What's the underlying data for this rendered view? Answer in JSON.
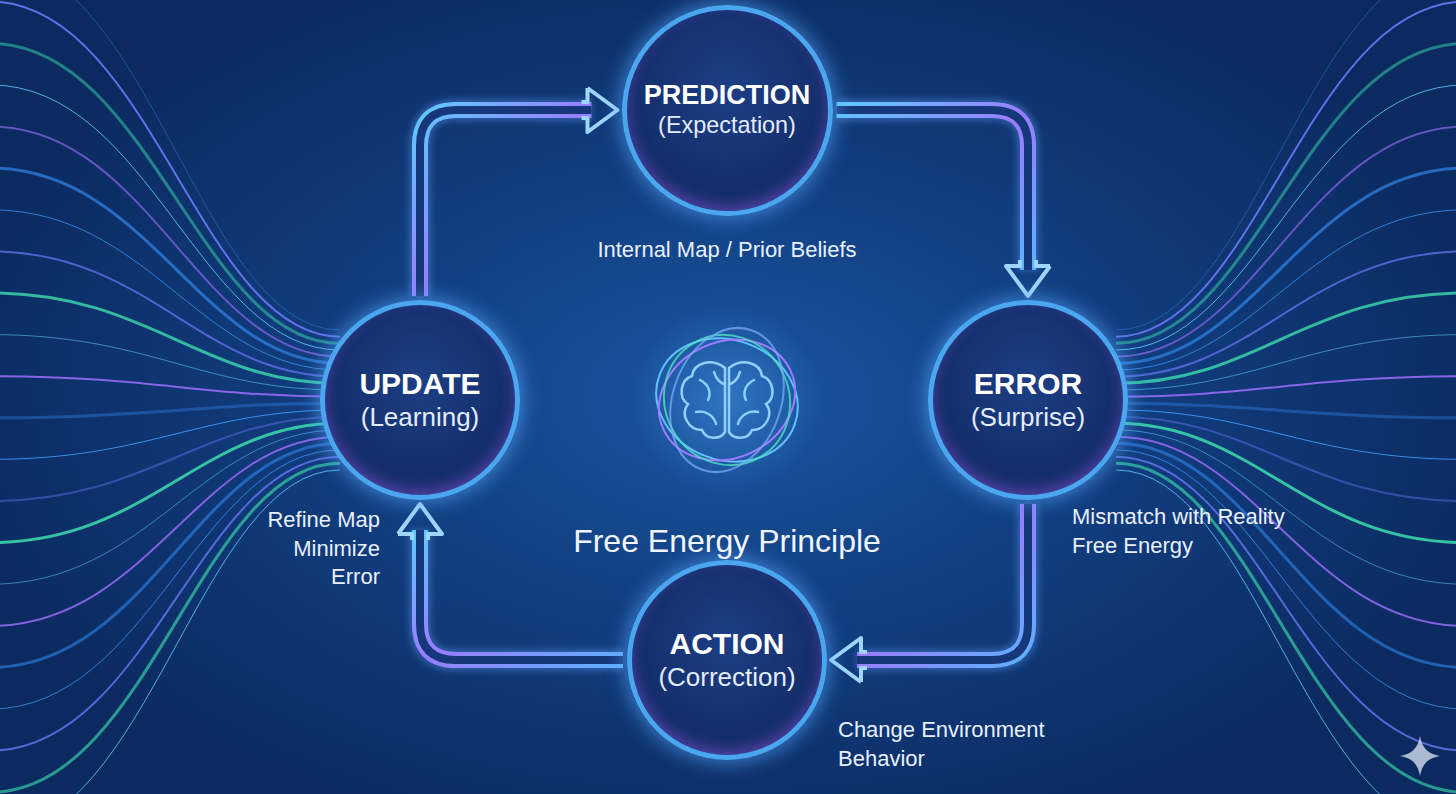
{
  "diagram": {
    "nodes": [
      {
        "text": [
          "PREDICTION",
          "(Expectation)"
        ]
      },
      {
        "text": [
          "ERROR",
          "(Surprise)"
        ]
      },
      {
        "text": [
          "ACTION",
          "(Correction)"
        ]
      },
      {
        "text": [
          "UPDATE",
          "(Learning)"
        ]
      }
    ],
    "edges": [
      {
        "from": 0,
        "to": 1,
        "arrow": "to"
      },
      {
        "from": 1,
        "to": 2,
        "arrow": "to"
      },
      {
        "from": 2,
        "to": 3,
        "arrow": "to"
      },
      {
        "from": 3,
        "to": 0,
        "arrow": "to"
      }
    ],
    "labels": [
      "Internal Map / Prior Beliefs",
      "Mismatch with Reality Free Energy",
      "Change Environment Behavior",
      "Refine Map Minimize Error",
      "Free Energy Principle"
    ]
  }
}
